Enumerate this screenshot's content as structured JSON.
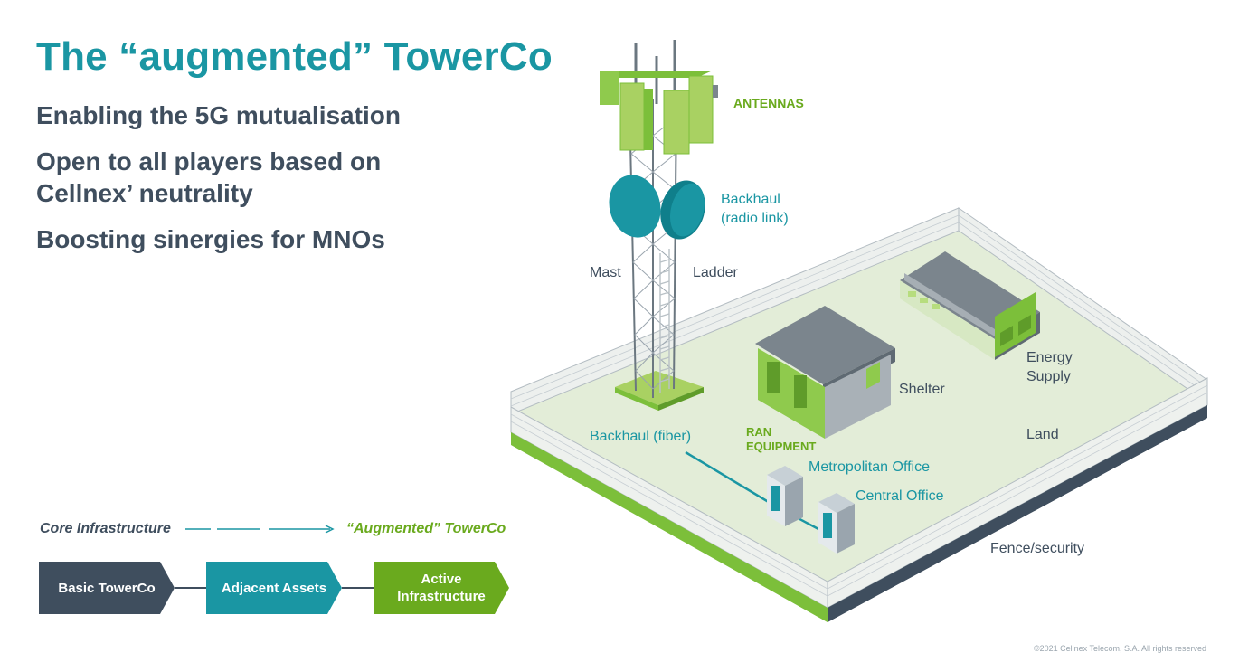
{
  "title": "The “augmented” TowerCo",
  "bullets": [
    "Enabling the 5G mutualisation",
    "Open to all players based on Cellnex’ neutrality",
    "Boosting sinergies for MNOs"
  ],
  "diagram_labels": {
    "antennas": "ANTENNAS",
    "backhaul_radio": "Backhaul (radio link)",
    "mast": "Mast",
    "ladder": "Ladder",
    "energy_supply": "Energy Supply",
    "shelter": "Shelter",
    "land": "Land",
    "backhaul_fiber": "Backhaul (fiber)",
    "ran_equipment": "RAN EQUIPMENT",
    "metropolitan_office": "Metropolitan Office",
    "central_office": "Central Office",
    "fence": "Fence/security"
  },
  "progression": {
    "from": "Core Infrastructure",
    "to": "“Augmented” TowerCo",
    "steps": [
      "Basic TowerCo",
      "Adjacent Assets",
      "Active Infrastructure"
    ]
  },
  "colors": {
    "teal": "#1a96a3",
    "slate": "#3f4e5e",
    "green": "#6aaa1e"
  },
  "footer": "©2021 Cellnex Telecom, S.A. All rights reserved"
}
